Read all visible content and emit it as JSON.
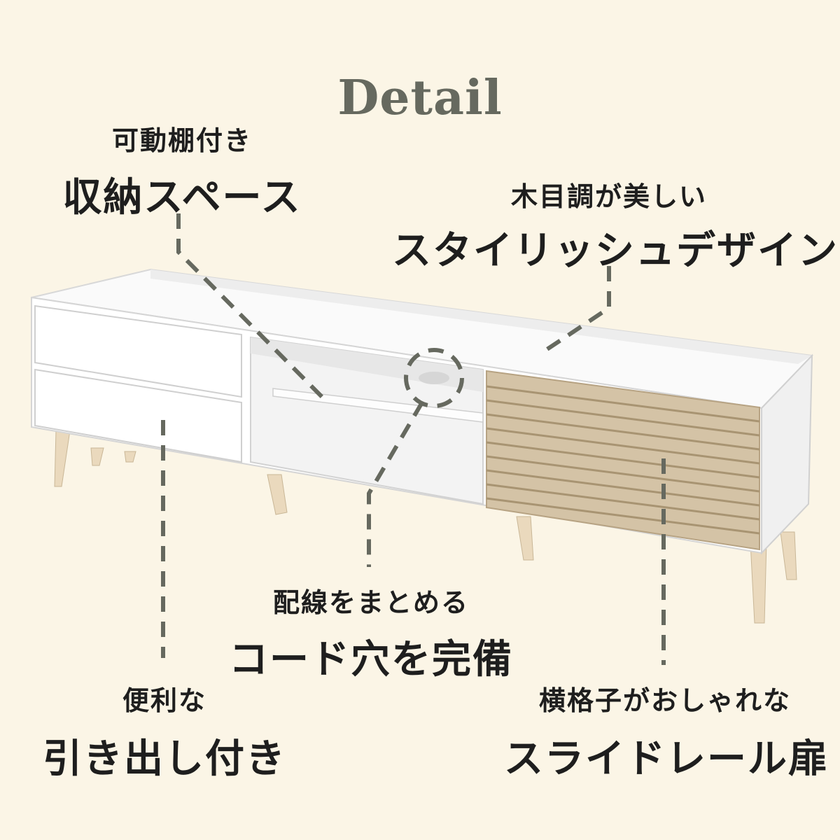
{
  "title": "Detail",
  "callouts": {
    "storage": {
      "line1": "可動棚付き",
      "line2": "収納スペース"
    },
    "design": {
      "line1": "木目調が美しい",
      "line2": "スタイリッシュデザイン"
    },
    "cord": {
      "line1": "配線をまとめる",
      "line2": "コード穴を完備"
    },
    "drawer": {
      "line1": "便利な",
      "line2": "引き出し付き"
    },
    "door": {
      "line1": "横格子がおしゃれな",
      "line2": "スライドレール扉"
    }
  },
  "colors": {
    "background": "#fbf5e6",
    "accent": "#66695f",
    "cabinet": "#ffffff",
    "wood": "#cfbda0"
  }
}
